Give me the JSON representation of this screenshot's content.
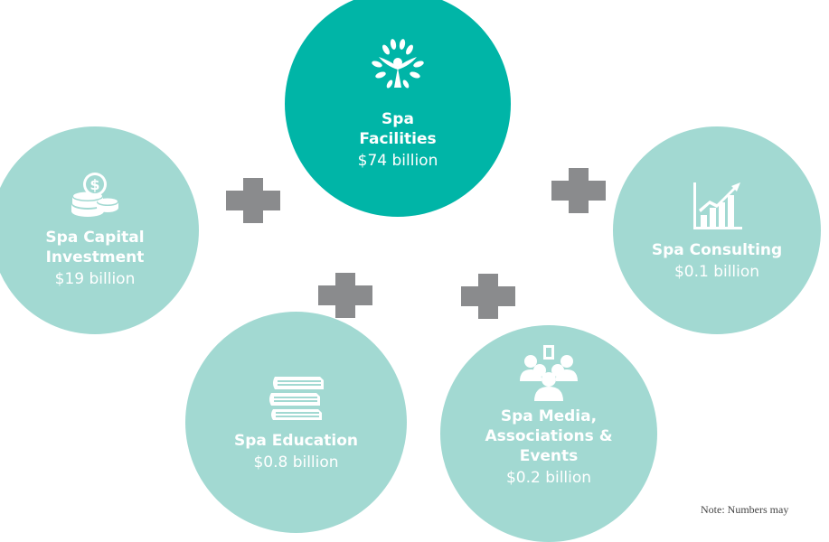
{
  "colors": {
    "primary_circle": "#00b5a7",
    "secondary_circle": "#a2d9d2",
    "plus": "#8a8b8d",
    "text": "#ffffff"
  },
  "segments": {
    "facilities": {
      "name": "Spa\nFacilities",
      "value": "$74 billion",
      "icon": "sprout-figure-icon"
    },
    "capital": {
      "name": "Spa Capital\nInvestment",
      "value": "$19 billion",
      "icon": "coin-stack-icon"
    },
    "consulting": {
      "name": "Spa Consulting",
      "value": "$0.1 billion",
      "icon": "growth-chart-icon"
    },
    "education": {
      "name": "Spa Education",
      "value": "$0.8 billion",
      "icon": "books-icon"
    },
    "media": {
      "name": "Spa Media,\nAssociations &\nEvents",
      "value": "$0.2 billion",
      "icon": "audience-icon"
    }
  },
  "note": "Note: Numbers may"
}
